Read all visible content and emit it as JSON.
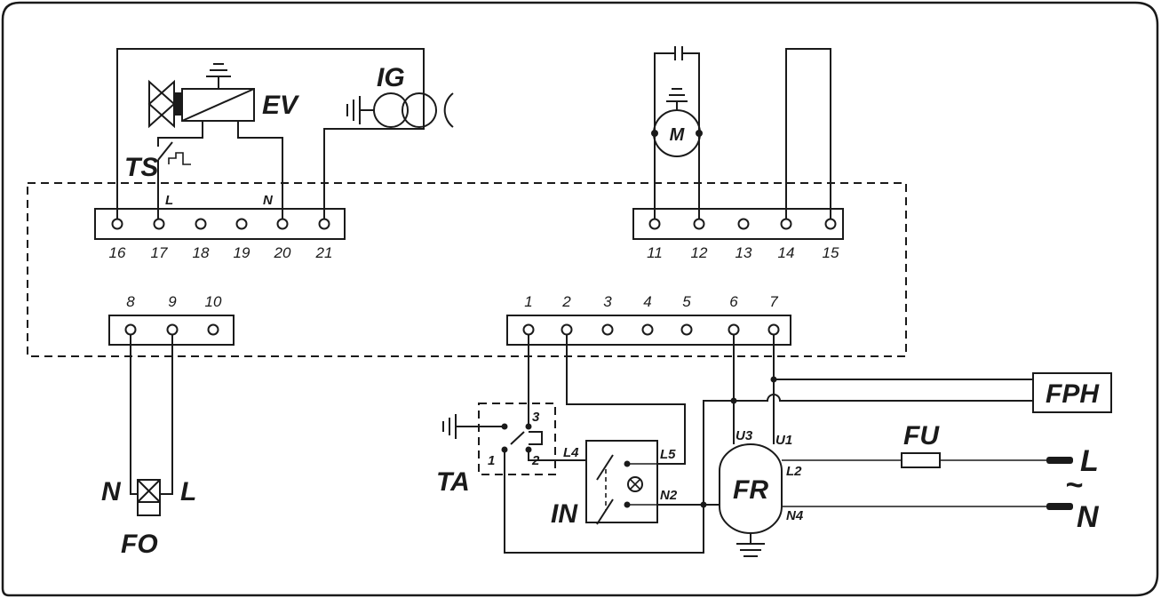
{
  "terminal_strip_top_left": [
    "16",
    "17",
    "18",
    "19",
    "20",
    "21"
  ],
  "terminal_strip_top_right": [
    "11",
    "12",
    "13",
    "14",
    "15"
  ],
  "terminal_strip_bottom_left": [
    "8",
    "9",
    "10"
  ],
  "terminal_strip_bottom_right": [
    "1",
    "2",
    "3",
    "4",
    "5",
    "6",
    "7"
  ],
  "labels": {
    "ev": "EV",
    "ig": "IG",
    "ts": "TS",
    "m": "M",
    "l_wire": "L",
    "n_wire": "N",
    "fo": "FO",
    "fo_n": "N",
    "fo_l": "L",
    "ta": "TA",
    "ta_1": "1",
    "ta_2": "2",
    "ta_3": "3",
    "in": "IN",
    "l4": "L4",
    "l5": "L5",
    "n2": "N2",
    "fr": "FR",
    "u3": "U3",
    "u1": "U1",
    "l2": "L2",
    "n4": "N4",
    "fu": "FU",
    "fph": "FPH",
    "supply_l": "L",
    "supply_n": "N",
    "tilde": "~"
  }
}
